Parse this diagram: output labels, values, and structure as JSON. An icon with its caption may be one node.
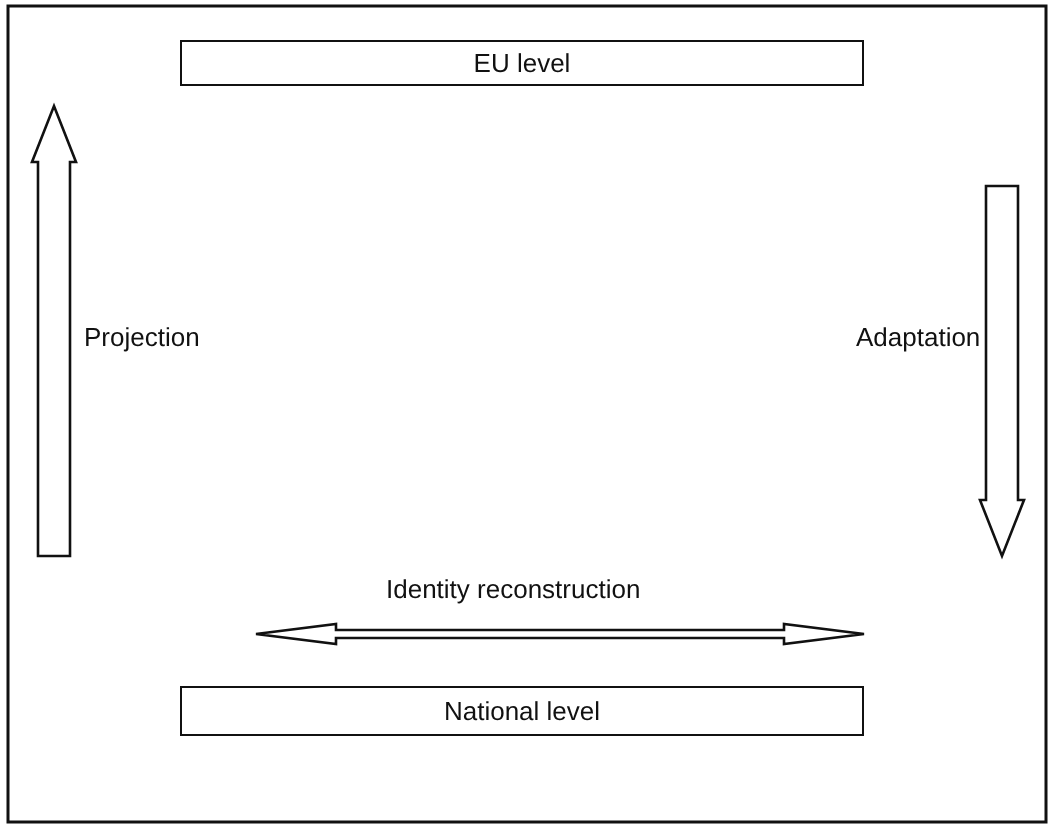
{
  "diagram": {
    "nodes": [
      {
        "text": [
          "EU level"
        ]
      },
      {
        "text": [
          "National level"
        ]
      }
    ],
    "edges": [
      {
        "from": 1,
        "to": 0,
        "arrow": "to",
        "label": "Projection"
      },
      {
        "from": 0,
        "to": 1,
        "arrow": "to",
        "label": "Adaptation"
      }
    ],
    "labels": [
      "Identity reconstruction"
    ]
  }
}
